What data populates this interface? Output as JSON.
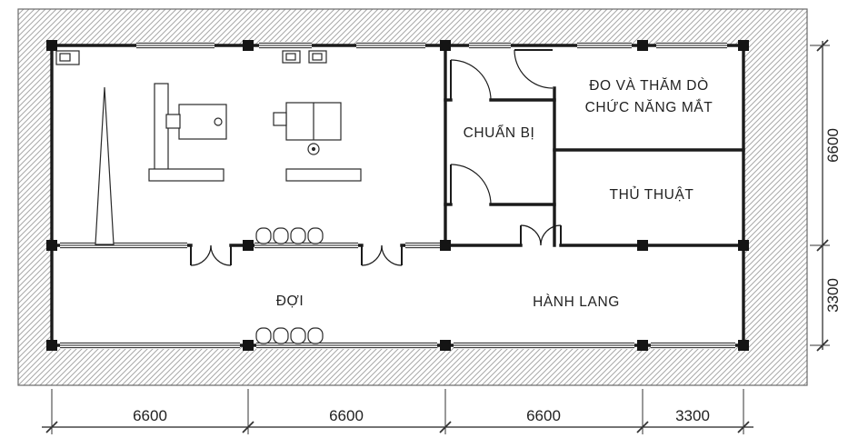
{
  "drawing": {
    "type": "architectural-floor-plan",
    "colors": {
      "wall_line": "#1b1b1b",
      "hatch_line": "#a8a8a8",
      "text": "#222222",
      "background": "#ffffff"
    }
  },
  "rooms": {
    "measure_line1": "ĐO VÀ THĂM DÒ",
    "measure_line2": "CHỨC NĂNG MẮT",
    "chuan_bi": "CHUẨN BỊ",
    "thu_thuat": "THỦ THUẬT",
    "doi": "ĐỢI",
    "hanh_lang": "HÀNH LANG"
  },
  "dimensions": {
    "bottom": [
      "6600",
      "6600",
      "6600",
      "3300"
    ],
    "right": [
      "6600",
      "3300"
    ]
  }
}
